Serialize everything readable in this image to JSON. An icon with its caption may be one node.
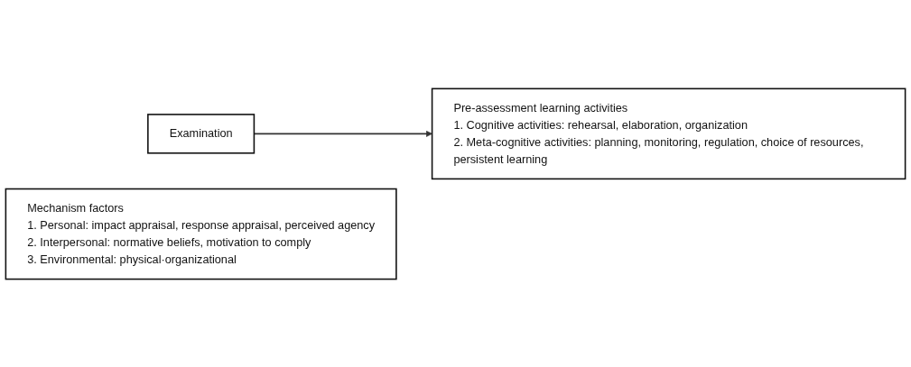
{
  "diagram": {
    "nodes": [
      {
        "text": [
          "Examination"
        ]
      },
      {
        "text": [
          "Pre-assessment learning activities",
          "1. Cognitive activities: rehearsal, elaboration, organization",
          "2. Meta-cognitive activities: planning, monitoring, regulation, choice of resources, persistent learning"
        ]
      },
      {
        "text": [
          "Mechanism factors",
          "1. Personal: impact appraisal, response appraisal, perceived agency",
          "2. Interpersonal: normative beliefs, motivation to comply",
          "3. Environmental: physical·organizational"
        ]
      }
    ],
    "edges": [
      {
        "from": 0,
        "to": 1,
        "arrow": "to"
      }
    ]
  }
}
